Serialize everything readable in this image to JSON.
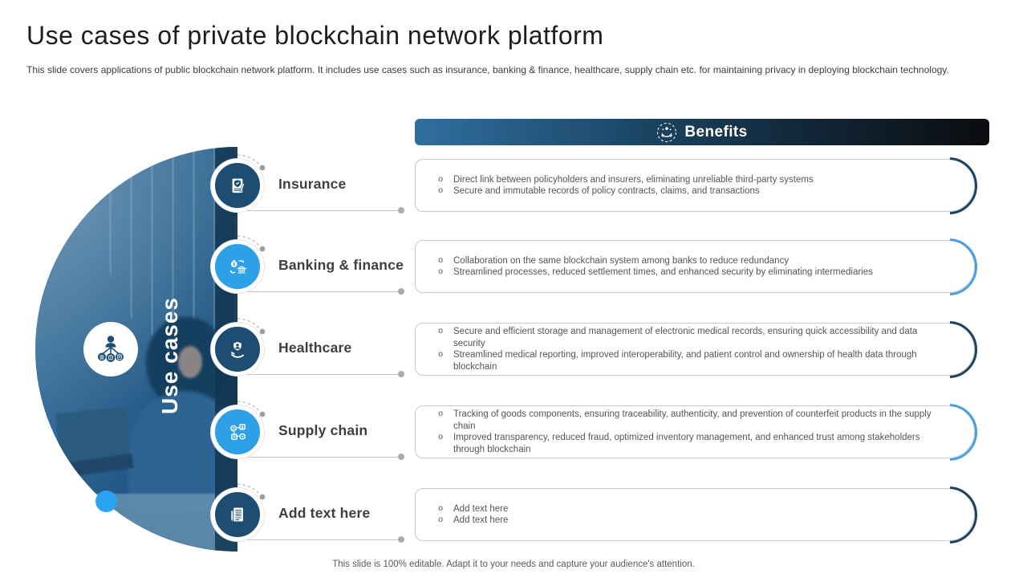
{
  "slide": {
    "title": "Use cases of private blockchain network platform",
    "subtitle": "This slide covers applications of public blockchain network platform. It includes use cases such as insurance, banking & finance, healthcare, supply chain etc. for maintaining privacy in deploying blockchain technology.",
    "footer": "This slide is 100% editable. Adapt it to your needs and capture your audience's attention."
  },
  "benefits_header": {
    "label": "Benefits",
    "icon": "hands-holding-gem-icon"
  },
  "left_panel": {
    "label": "Use cases",
    "hub_icon": "use-cases-network-icon",
    "photo": "woman-working-on-laptop-photo"
  },
  "rows": [
    {
      "label": "Insurance",
      "icon": "insurance-policy-shield-icon",
      "accent_color": "#1d4d72",
      "bullets": [
        "Direct link between policyholders and insurers, eliminating unreliable third-party systems",
        "Secure and immutable records of policy contracts, claims, and transactions"
      ]
    },
    {
      "label": "Banking & finance",
      "icon": "banking-finance-exchange-icon",
      "accent_color": "#2ea0e8",
      "bullets": [
        "Collaboration on the same blockchain system among banks to reduce redundancy",
        "Streamlined processes, reduced settlement times, and enhanced security by eliminating intermediaries"
      ]
    },
    {
      "label": "Healthcare",
      "icon": "healthcare-patient-care-icon",
      "accent_color": "#1d4d72",
      "bullets": [
        "Secure and efficient storage and management of electronic medical records, ensuring quick accessibility and data security",
        "Streamlined medical reporting, improved interoperability, and patient control and ownership of health data through blockchain"
      ]
    },
    {
      "label": "Supply chain",
      "icon": "supply-chain-network-icon",
      "accent_color": "#2ea0e8",
      "bullets": [
        "Tracking of goods components, ensuring traceability, authenticity, and prevention of counterfeit products in the supply chain",
        "Improved transparency, reduced fraud, optimized inventory management, and enhanced trust among stakeholders through blockchain"
      ]
    },
    {
      "label": "Add text here",
      "icon": "text-document-icon",
      "accent_color": "#1d4d72",
      "bullets": [
        "Add text here",
        "Add text here"
      ]
    }
  ],
  "colors": {
    "navy": "#1d4d72",
    "light_blue": "#2ea0e8",
    "dot_blue": "#2ba3f3",
    "bar_gradient_start": "#2f6f9f",
    "bar_gradient_end": "#0b0c0e"
  }
}
